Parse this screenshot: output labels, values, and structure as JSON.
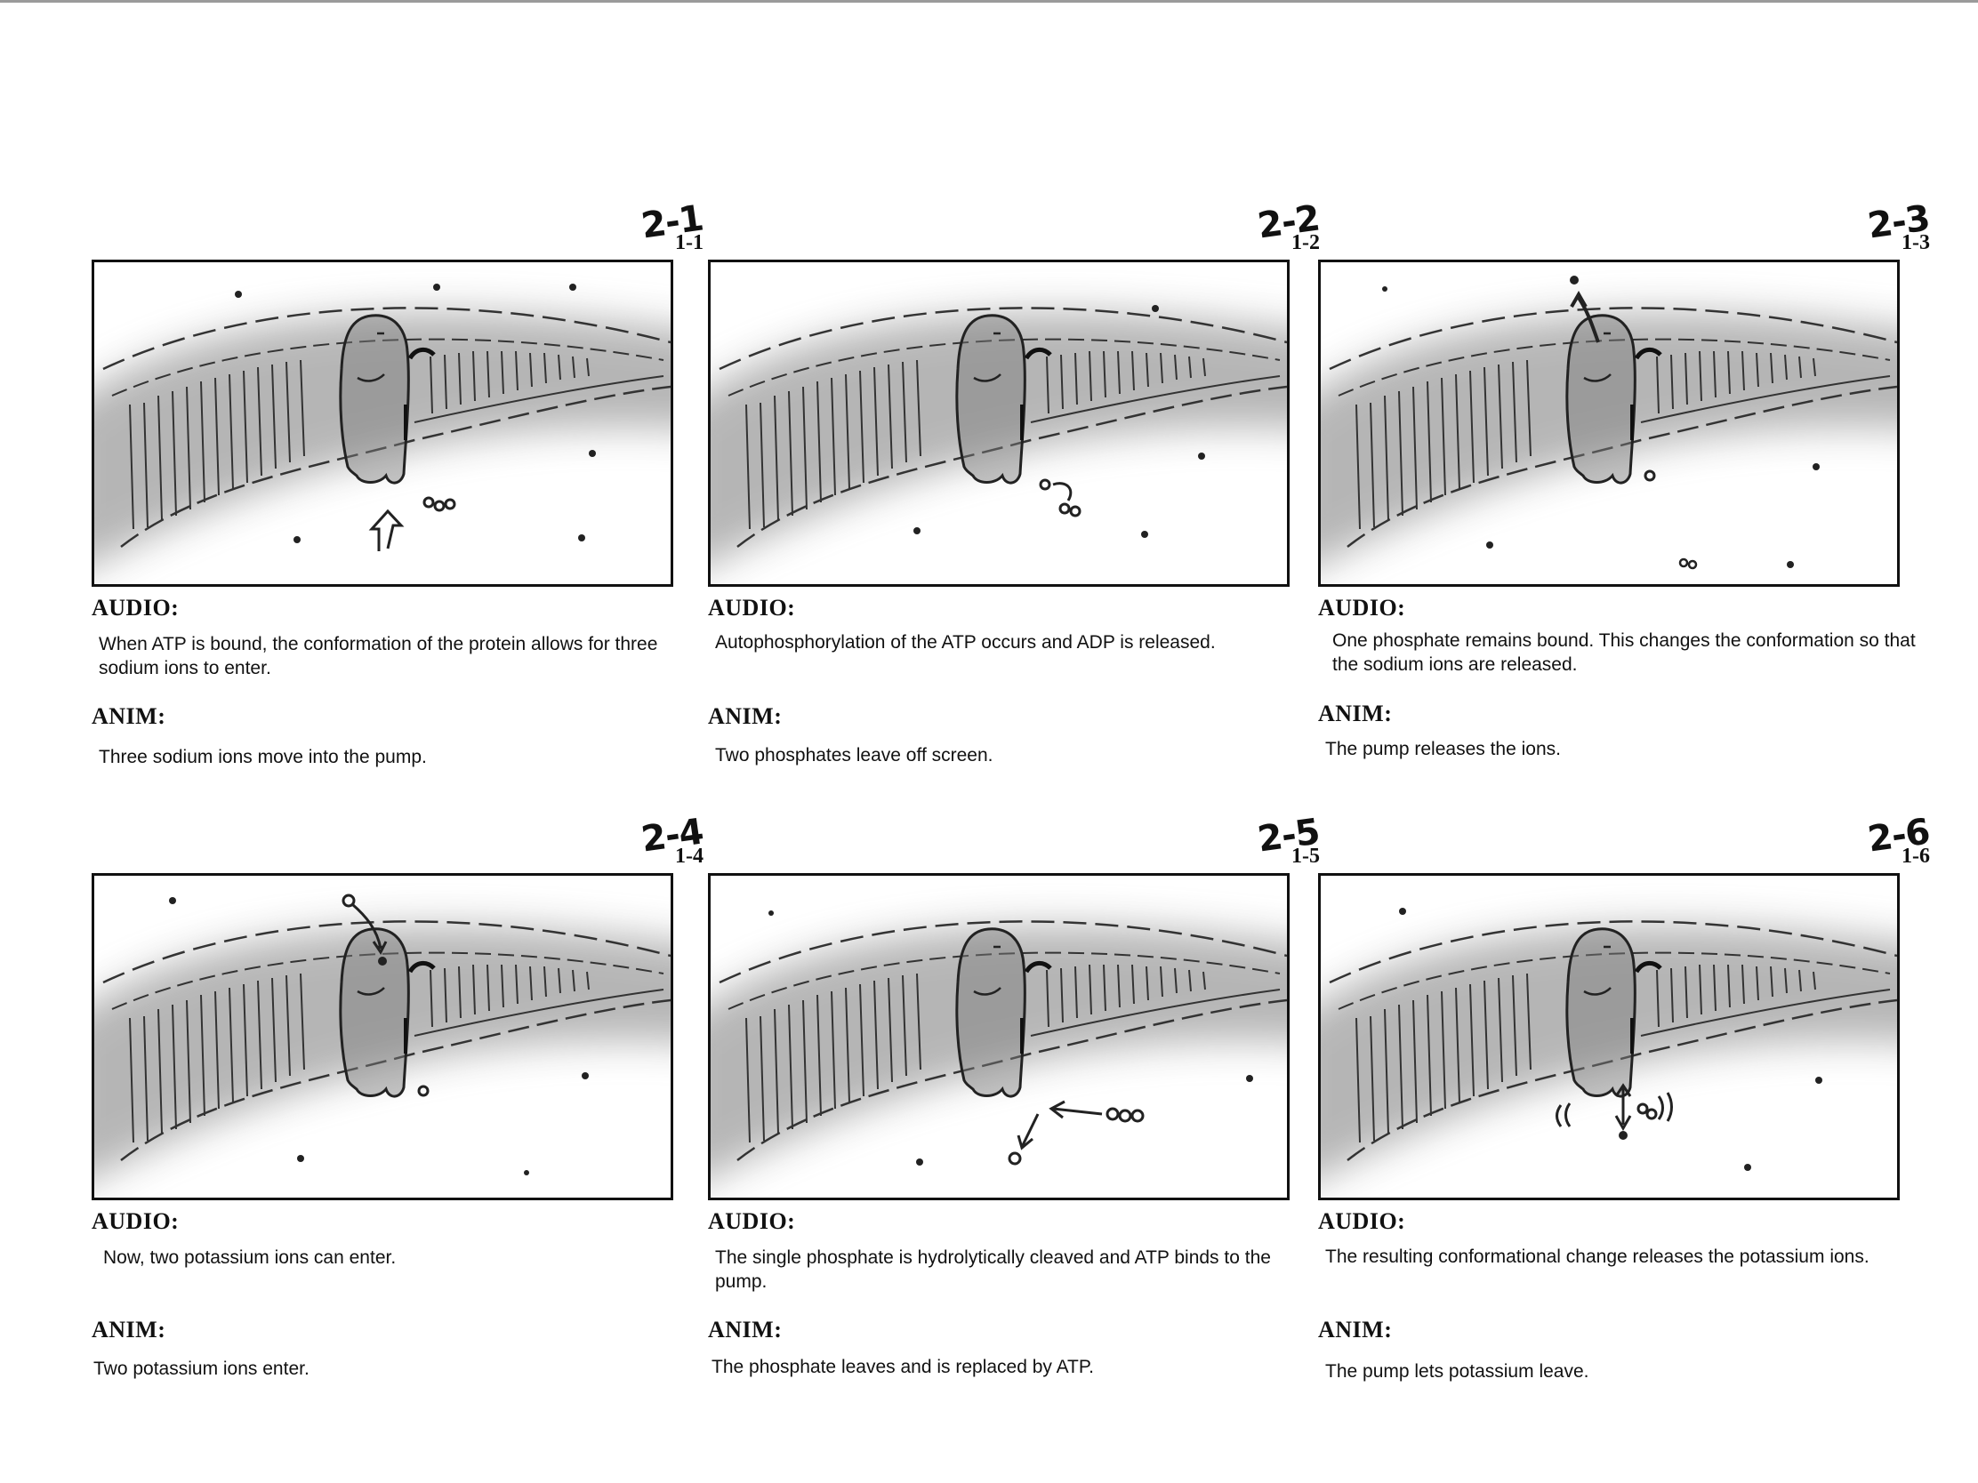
{
  "panels": [
    {
      "handwritten_number": "2-1",
      "frame_number": "1-1",
      "audio_label": "AUDIO:",
      "audio_text": "When ATP is bound, the conformation of the protein allows for three sodium ions to enter.",
      "anim_label": "ANIM:",
      "anim_text": "Three sodium ions move into the pump."
    },
    {
      "handwritten_number": "2-2",
      "frame_number": "1-2",
      "audio_label": "AUDIO:",
      "audio_text": "Autophosphorylation of the ATP occurs and ADP is released.",
      "anim_label": "ANIM:",
      "anim_text": "Two phosphates leave off screen."
    },
    {
      "handwritten_number": "2-3",
      "frame_number": "1-3",
      "audio_label": "AUDIO:",
      "audio_text": "One phosphate remains bound. This changes the conformation so that the sodium ions are released.",
      "anim_label": "ANIM:",
      "anim_text": "The pump releases the ions."
    },
    {
      "handwritten_number": "2-4",
      "frame_number": "1-4",
      "audio_label": "AUDIO:",
      "audio_text": "Now, two potassium ions can enter.",
      "anim_label": "ANIM:",
      "anim_text": "Two potassium ions enter."
    },
    {
      "handwritten_number": "2-5",
      "frame_number": "1-5",
      "audio_label": "AUDIO:",
      "audio_text": "The single phosphate is hydrolytically cleaved and ATP binds to the pump.",
      "anim_label": "ANIM:",
      "anim_text": "The phosphate leaves and is replaced by ATP."
    },
    {
      "handwritten_number": "2-6",
      "frame_number": "1-6",
      "audio_label": "AUDIO:",
      "audio_text": "The resulting conformational change releases the potassium ions.",
      "anim_label": "ANIM:",
      "anim_text": "The pump lets potassium leave."
    }
  ]
}
